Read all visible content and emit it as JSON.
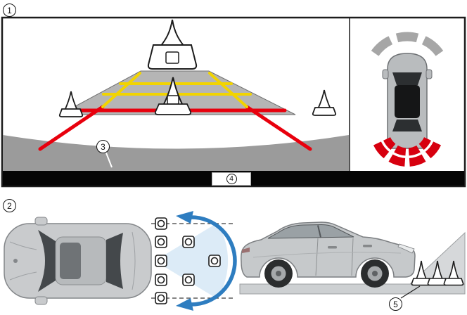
{
  "callouts": {
    "one": "1",
    "two": "2",
    "three": "3",
    "four": "4",
    "five": "5"
  },
  "colors": {
    "guide_red": "#e8000d",
    "guide_yellow": "#f2d400",
    "path_gray": "#b5b5b5",
    "ground_gray": "#9b9b9b",
    "bottom_bar": "#050505",
    "sensor_front_gray": "#a6a6a6",
    "sensor_rear_red": "#d7000f",
    "zone_fill_blue": "#dcebf7",
    "arrow_blue": "#2e7dc0"
  },
  "icons": {
    "camera_view": "rear-camera-view",
    "vehicle_top": "vehicle-top-view",
    "vehicle_side": "vehicle-side-view",
    "traffic_cone": "traffic-cone",
    "sensor_marker": "square-with-circle",
    "sweep_arrow": "curved-double-arrow"
  }
}
